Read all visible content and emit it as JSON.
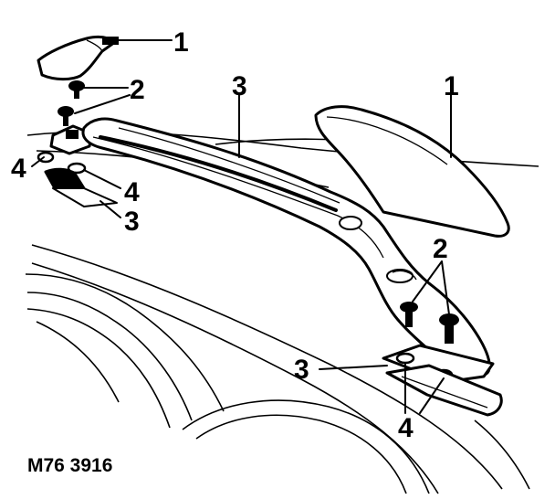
{
  "figure_code": "M76 3916",
  "callouts": {
    "end_cover_front": "1",
    "end_cover_rear": "1",
    "bolt_front": "2",
    "bolt_rear": "2",
    "rail": "3",
    "gasket_front": "3",
    "gasket_rear": "3",
    "washer_front_left": "4",
    "washer_front_right": "4",
    "washer_rear": "4"
  },
  "colors": {
    "ink": "#000000",
    "paper": "#ffffff"
  }
}
